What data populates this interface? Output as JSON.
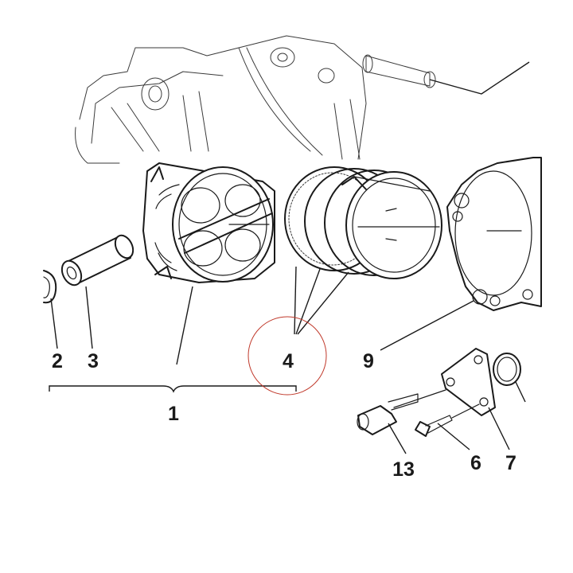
{
  "callouts": {
    "c1": "1",
    "c2": "2",
    "c3": "3",
    "c4": "4",
    "c6": "6",
    "c7": "7",
    "c9": "9",
    "c13": "13"
  },
  "colors": {
    "ink": "#1a1a1a",
    "highlight_circle": "#c0392b"
  }
}
